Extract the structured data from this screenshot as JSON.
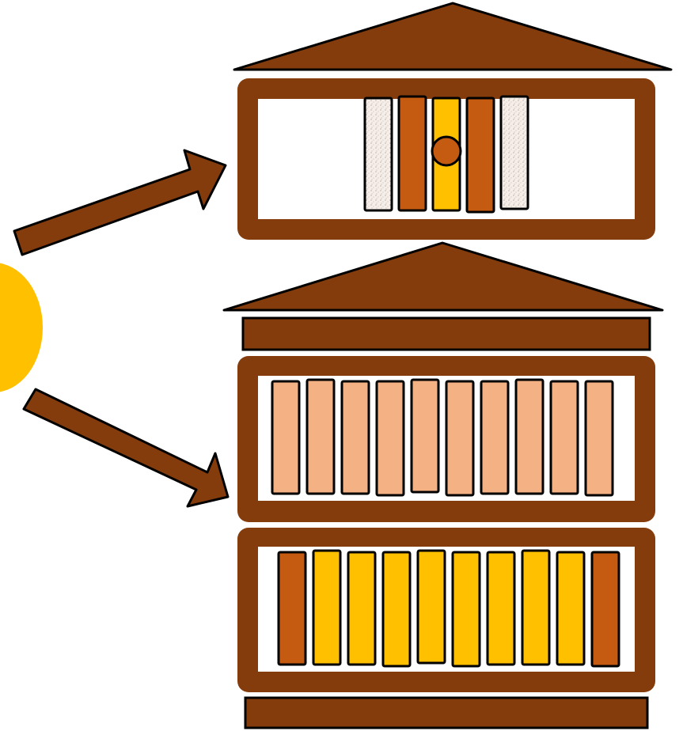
{
  "colors": {
    "frame": "#843C0C",
    "frame_outline": "#843C0C",
    "sun": "#FFC000",
    "book_peach": "#F4B183",
    "book_gold": "#FFC000",
    "book_rust": "#C55A11",
    "book_speckled": "#F6EFE9",
    "book_outline": "#000000",
    "arrow": "#843C0C"
  },
  "diagram": {
    "top_shelf": {
      "books": [
        "speckled",
        "rust",
        "gold-with-dot",
        "rust",
        "speckled"
      ]
    },
    "middle_shelf": {
      "books": [
        "peach",
        "peach",
        "peach",
        "peach",
        "peach",
        "peach",
        "peach",
        "peach",
        "peach",
        "peach"
      ]
    },
    "bottom_shelf": {
      "books": [
        "rust",
        "gold",
        "gold",
        "gold",
        "gold",
        "gold",
        "gold",
        "gold",
        "gold",
        "rust"
      ]
    },
    "arrows": [
      "arrow-to-top-shelf",
      "arrow-to-middle-shelf"
    ]
  }
}
